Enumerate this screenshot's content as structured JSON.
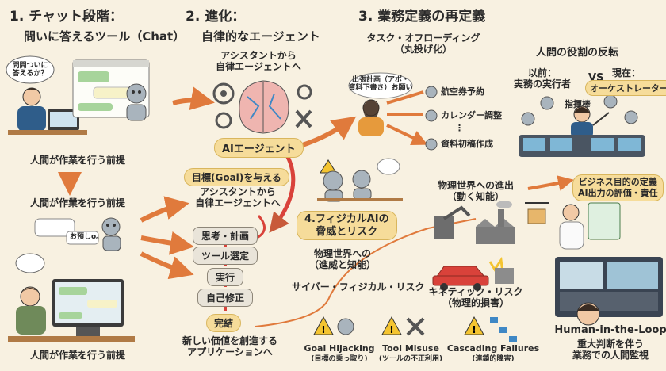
{
  "section1": {
    "title": "1. チャット段階：",
    "subtitle": "問いに答えるツール（Chat）",
    "bubble": "問問ついに答えるか？",
    "premise_top": "人間が作業を行う前提",
    "premise_mid": "人間が作業を行う前提",
    "bubble2": "お預しo。",
    "premise_bottom": "人間が作業を行う前提"
  },
  "section2": {
    "title": "2. 進化：",
    "subtitle": "自律的なエージェント",
    "desc": "アシスタントから\n自律エージェントへ",
    "agent_label": "AIエージェント",
    "goal_label": "目標(Goal)を与える",
    "goal_desc": "アシスタントから\n自律エージェントへ",
    "steps": [
      "思考・計画",
      "ツール選定",
      "実行",
      "自己修正",
      "完結"
    ],
    "result": "新しい価値を創造する\nアプリケーションへ"
  },
  "section3": {
    "title": "3. 業務定義の再定義",
    "subtitle": "タスク・オフローディング\n（丸投げ化）",
    "bubble": "出張計画（アポ・\n資料下書き）お願い",
    "tasks": [
      "航空券予約",
      "カレンダー調整",
      "⋮",
      "資料初稿作成"
    ],
    "role_title": "人間の役割の反転",
    "before_label": "以前：\n実務の実行者",
    "vs": "VS",
    "now_label": "現在：",
    "now_role": "オーケストレーター",
    "baton": "指揮棒"
  },
  "section4": {
    "title": "4.フィジカルAIの\n脅威とリスク",
    "desc": "物理世界への\n（進威と知能）",
    "physical_label": "物理世界への進出\n（動く知能）",
    "cyber_label": "サイバー・フィジカル・リスク",
    "kinetic_label": "キネティック・リスク\n（物理的損害）",
    "risks": [
      {
        "name": "Goal Hijacking",
        "desc": "(目標の乗っ取り)"
      },
      {
        "name": "Tool Misuse",
        "desc": "(ツールの不正利用)"
      },
      {
        "name": "Cascading Failures",
        "desc": "(連鎖的障害)"
      }
    ]
  },
  "section5": {
    "business_label": "ビジネス目的の定義\nAI出力の評価・責任",
    "hitl_title": "Human-in-the-Loop",
    "hitl_desc": "重大判断を伴う\n業務での人間監視"
  },
  "colors": {
    "background": "#f8f1e1",
    "arrow": "#e07a3c",
    "pill": "#f6dc9a",
    "step": "#e9e4d9",
    "robot": "#a9b4bd",
    "warning": "#f4c430",
    "accent_red": "#d9423a"
  }
}
